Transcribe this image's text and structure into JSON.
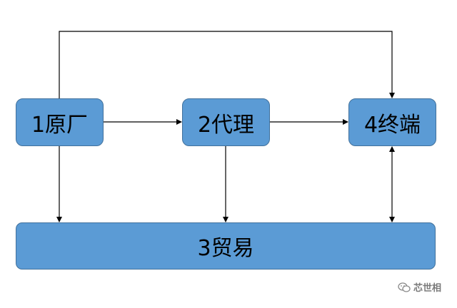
{
  "diagram": {
    "nodes": {
      "n1": {
        "label": "1原厂"
      },
      "n2": {
        "label": "2代理"
      },
      "n3": {
        "label": "3贸易"
      },
      "n4": {
        "label": "4终端"
      }
    },
    "edges": [
      {
        "from": "n1",
        "to": "n2"
      },
      {
        "from": "n2",
        "to": "n4"
      },
      {
        "from": "n1",
        "to": "n4"
      },
      {
        "from": "n1",
        "to": "n3"
      },
      {
        "from": "n2",
        "to": "n3"
      },
      {
        "from": "n3",
        "to": "n4",
        "bidirectional": true
      }
    ],
    "colors": {
      "node_fill": "#5b9bd5",
      "node_border": "#41719c",
      "edge": "#000000"
    }
  },
  "watermark": {
    "text": "芯世相",
    "icon": "wechat-icon"
  }
}
